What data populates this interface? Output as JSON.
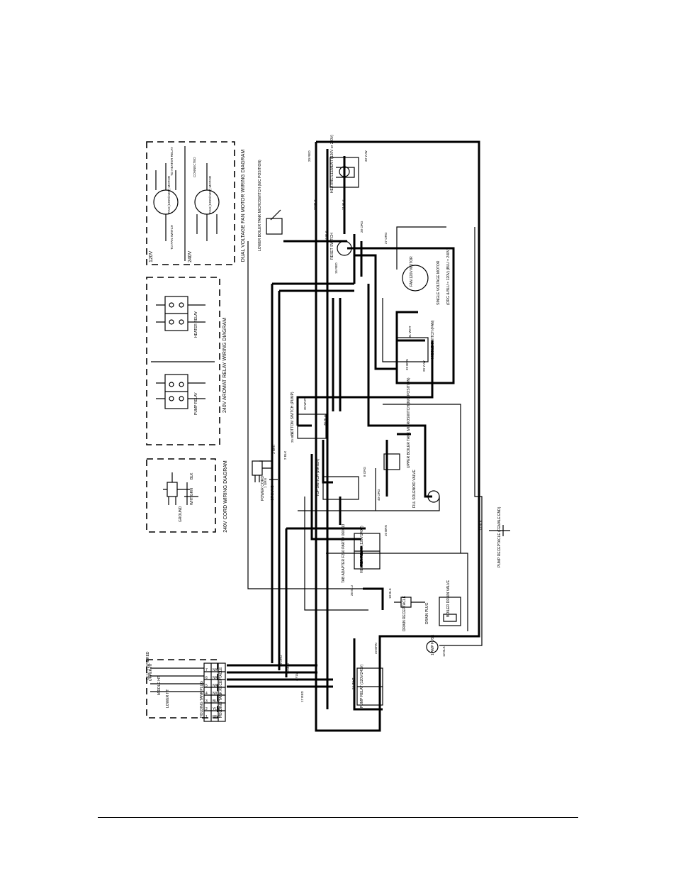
{
  "cord_box": {
    "title": "240V CORD WIRING DIAGRAM",
    "ground": "GROUND",
    "wire1": "BLK",
    "wire2": "WHT/GRN"
  },
  "relay_box": {
    "title": "240V AROMAT RELAY WIRING DIAGRAM",
    "pump_relay": "PUMP RELAY",
    "heater_relay": "HEATER RELAY"
  },
  "fan_box": {
    "title": "DUAL VOLTAGE FAN MOTOR WIRING DIAGRAM",
    "v120": "120V",
    "v240": "240V",
    "motor_top": "FAN (120V/240V) MOTOR",
    "motor_bottom": "FAN (120V/240V) MOTOR",
    "to_heater_relay": "TO HEATER RELAY",
    "to_fan_switch": "TO FAN SWITCH",
    "connected": "CONNECTED"
  },
  "holding_tank": {
    "receptacle": "HOLDING TANK RECEPTACLE",
    "plug": "HOLDING TANK PLUG",
    "upper_ht": "UPPER HT",
    "middle_ht": "MIDDLE HT",
    "lower_ht": "LOWER HT",
    "blu_yl_red": "BLU, YLW & RED",
    "pins": [
      "1",
      "2",
      "3",
      "4",
      "5",
      "6",
      "7"
    ],
    "wires": [
      "RED",
      "YLW",
      "BLU",
      "N/C",
      "N/C",
      "N/C",
      "N/C"
    ]
  },
  "components": {
    "heating_element": "HEATING ELEMENT (120V or 230V)",
    "lower_boiler_tank": "LOWER BOILER TANK MICROSWITCH (N/C POSITION)",
    "upper_boiler_tank": "UPPER BOILER TANK MICROSWITCH (N/C POSITION)",
    "reset_switch": "RESET SWITCH",
    "fan_motor": "FAN 120V MOTOR",
    "single_voltage_motor": "SINGLE VOLTAGE MOTOR",
    "motor_note": "(ORG & BLU = 120V) (BLU = 240V)",
    "middle_switch": "MIDDLE SWITCH (FAN)",
    "bottom_switch": "BOTTOM SWITCH (PUMP)",
    "top_switch": "TOP SWITCH (WATER)",
    "fill_solenoid": "FILL SOLENOID VALVE",
    "heater_relay": "HEATER RELAY (120V/240V)",
    "tab_adapter": "TAB ADAPTER F250 PART # 060013",
    "pump_relay": "PUMP RELAY (120V/240V)",
    "power_cord": "POWER CORD",
    "ground": "GROUND",
    "drain_receptacle": "DRAIN RECEPTACLE",
    "drain_plug": "DRAIN PLUG",
    "boiler_drain_valve": "BOILER DRAIN VALVE",
    "pump_receptacle": "PUMP RECEPTACLE (FEMALE END)",
    "amp_fuse": "1 AMP FUSE"
  },
  "wire_tags": {
    "w20": "20 RED",
    "w33": "33 YLW",
    "w22": "22 BLK",
    "w21": "21 BLK",
    "w19": "19 BLK",
    "w27": "27 ORG",
    "w28": "28 ORG",
    "w15": "15 RED",
    "w14": "14 ORG",
    "w16": "16 BLU",
    "w17": "17 RED",
    "w4": "4 YLW",
    "w31": "31 WHT",
    "w32": "32 BRN",
    "w29": "29 YLW",
    "w30": "30 WHT",
    "w36": "36 BLU",
    "w25": "25 BLU",
    "w2": "2 BLK",
    "w3": "3 WHT",
    "w1": "1 GRN",
    "w40": "40 ORG",
    "w8": "8 ORG",
    "w12": "12 BLK",
    "w13": "13 BLK",
    "w23": "23 BRN",
    "w24": "24 WHT",
    "w26": "26 BLU",
    "w18": "18 BLK",
    "w10": "10 BRN"
  },
  "colors": {
    "ink": "#000000",
    "paper": "#ffffff"
  }
}
